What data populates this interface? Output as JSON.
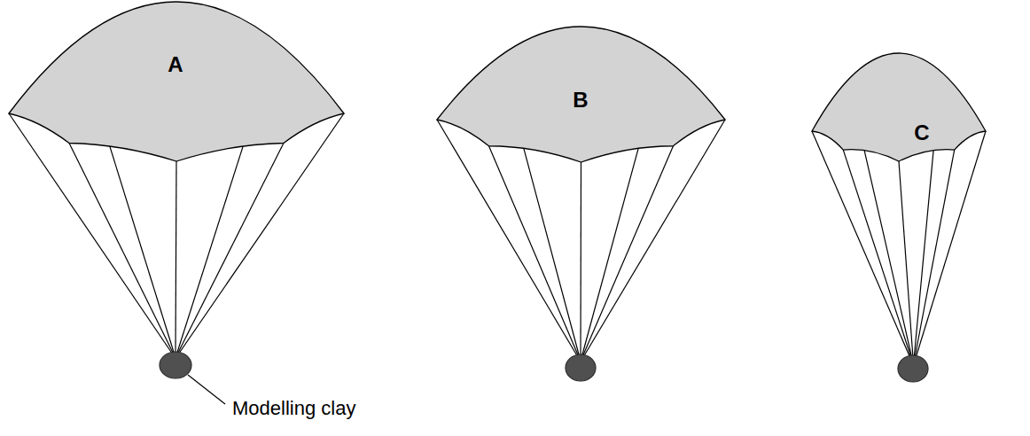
{
  "diagram": {
    "nodes": [
      {
        "text": [
          "A"
        ]
      },
      {
        "text": [
          "B"
        ]
      },
      {
        "text": [
          "C"
        ]
      }
    ],
    "labels": [
      "Modelling clay"
    ]
  }
}
